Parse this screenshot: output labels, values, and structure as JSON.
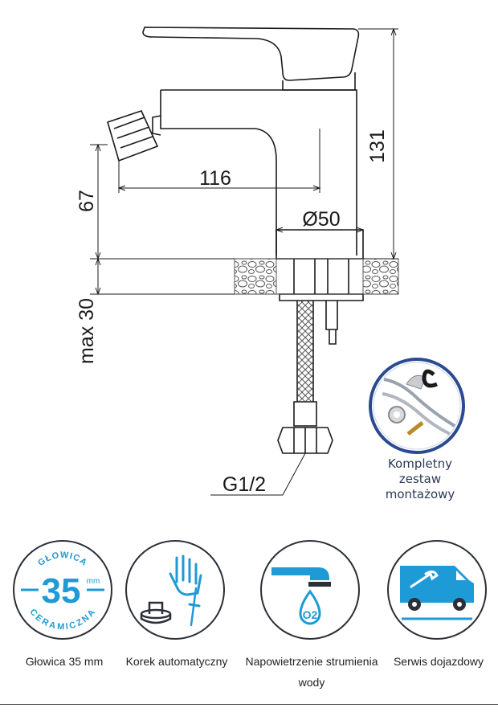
{
  "dimensions": {
    "height_total": "131",
    "spout_reach": "116",
    "base_diameter": "Ø50",
    "aerator_height": "67",
    "max_counter_thickness": "max 30",
    "thread": "G1/2"
  },
  "kit": {
    "line1": "Kompletny",
    "line2": "zestaw",
    "line3": "montażowy"
  },
  "features": [
    {
      "icon": "ceramic-cartridge-35mm-icon",
      "label": "Głowica 35 mm",
      "badge_top": "GŁOWICA",
      "badge_number": "35",
      "badge_unit": "mm",
      "badge_bottom": "CERAMICZNA"
    },
    {
      "icon": "click-clack-waste-icon",
      "label": "Korek automatyczny"
    },
    {
      "icon": "aerator-oxygen-icon",
      "label": "Napowietrzenie strumienia wody",
      "badge_text": "O2"
    },
    {
      "icon": "service-van-icon",
      "label": "Serwis dojazdowy"
    }
  ],
  "colors": {
    "accent_blue": "#1e9ad6",
    "line_dark": "#1a1a1a",
    "kit_ring": "#2b4a8f"
  }
}
